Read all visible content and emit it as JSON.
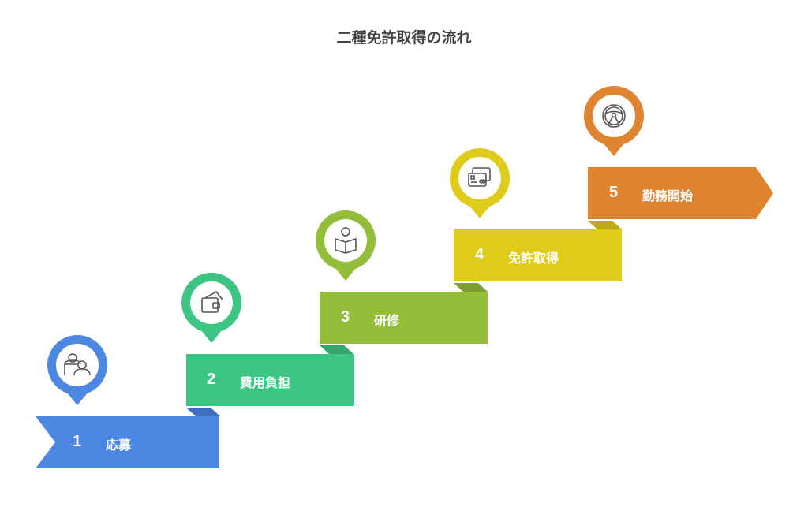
{
  "title": "二種免許取得の流れ",
  "steps": [
    {
      "number": "1",
      "label": "応募",
      "color": "#4c87e1",
      "fold": "#3f6fc0",
      "icon": "interview-icon"
    },
    {
      "number": "2",
      "label": "費用負担",
      "color": "#3fc583",
      "fold": "#34a56e",
      "icon": "wallet-icon"
    },
    {
      "number": "3",
      "label": "研修",
      "color": "#94bd3a",
      "fold": "#7b9e30",
      "icon": "reading-person-icon"
    },
    {
      "number": "4",
      "label": "免許取得",
      "color": "#dfcb1a",
      "fold": "#bcab15",
      "icon": "credit-cards-icon"
    },
    {
      "number": "5",
      "label": "勤務開始",
      "color": "#df8531",
      "fold": "#bb6f28",
      "icon": "steering-wheel-icon"
    }
  ]
}
